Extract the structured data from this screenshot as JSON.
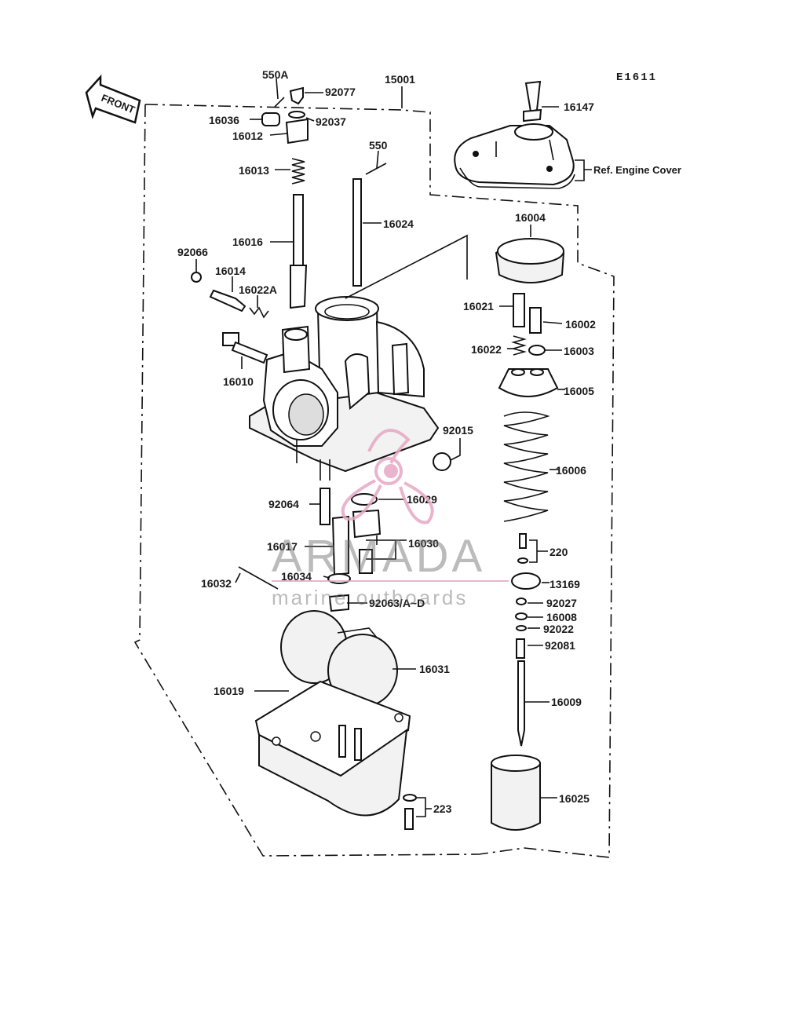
{
  "diagram_code": "E1611",
  "front_label": "FRONT",
  "ref_label": "Ref. Engine Cover",
  "watermark": {
    "title": "ARMADA",
    "subtitle": "marine outboards",
    "accent_color": "#e6a7c4"
  },
  "labels": {
    "p550A": "550A",
    "p92077": "92077",
    "p15001": "15001",
    "p16036": "16036",
    "p92037": "92037",
    "p16012": "16012",
    "p16147": "16147",
    "p550": "550",
    "p16013": "16013",
    "p16024": "16024",
    "p16004": "16004",
    "p16016": "16016",
    "p92066": "92066",
    "p16014": "16014",
    "p16022A": "16022A",
    "p16021": "16021",
    "p16002": "16002",
    "p16022": "16022",
    "p16003": "16003",
    "p16010": "16010",
    "p16005": "16005",
    "p92015": "92015",
    "p16006": "16006",
    "p92064": "92064",
    "p16029": "16029",
    "p16017": "16017",
    "p16030": "16030",
    "p220": "220",
    "p16034": "16034",
    "p13169": "13169",
    "p16032": "16032",
    "p92063": "92063/A~D",
    "p92027": "92027",
    "p16008": "16008",
    "p92022": "92022",
    "p92081": "92081",
    "p16031": "16031",
    "p16019": "16019",
    "p16009": "16009",
    "p223": "223",
    "p16025": "16025"
  }
}
